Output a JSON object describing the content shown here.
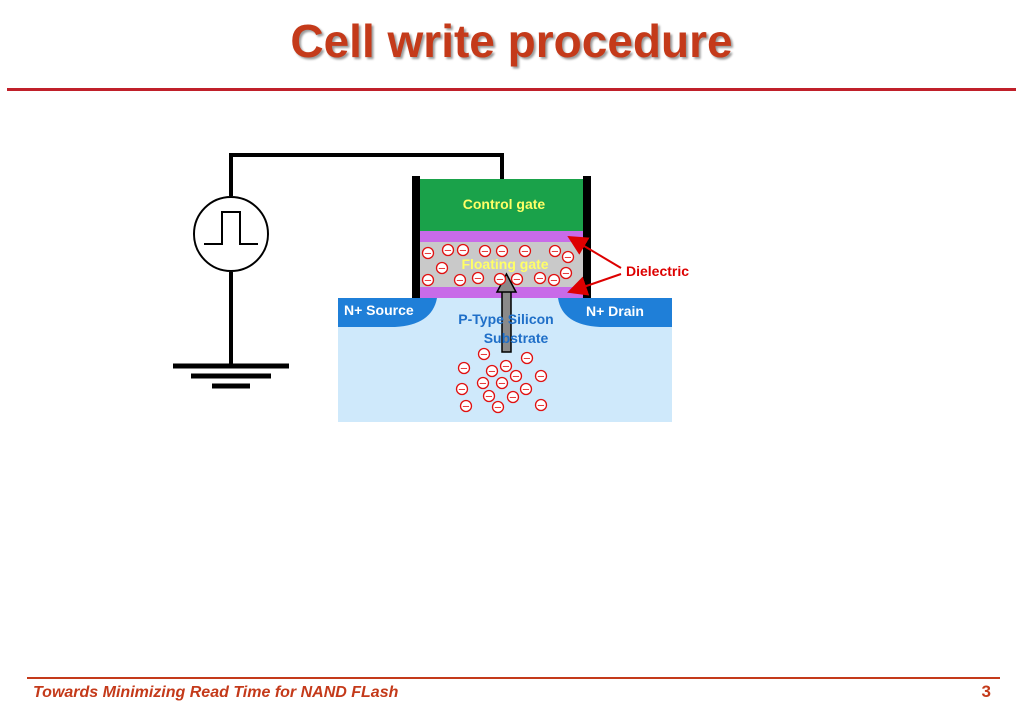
{
  "slide": {
    "title": "Cell write procedure",
    "footer": "Towards Minimizing Read Time for NAND FLash",
    "page_number": "3"
  },
  "diagram": {
    "labels": {
      "control_gate": "Control gate",
      "floating_gate": "Floating gate",
      "dielectric": "Dielectric",
      "source": "N+ Source",
      "drain": "N+ Drain",
      "substrate_line1": "P-Type Silicon",
      "substrate_line2": "Substrate"
    },
    "electron_symbol": "−",
    "colors": {
      "title": "#c43a1a",
      "control_gate": "#1aa24a",
      "floating_gate": "#c9c9c9",
      "dielectric": "#c86be8",
      "n_plus": "#1f7fd8",
      "substrate": "#cfe9fb",
      "electron": "#e01010",
      "dielectric_label": "#dd0000"
    }
  }
}
